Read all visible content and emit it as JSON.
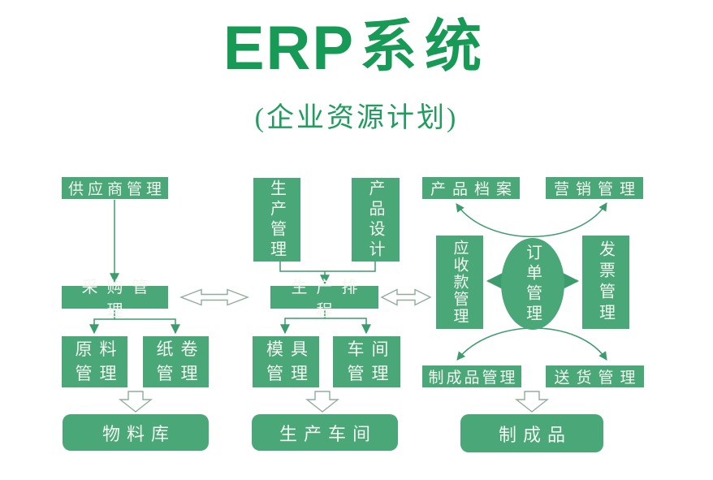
{
  "title": {
    "latin": "ERP",
    "cjk": "系统",
    "subtitle": "(企业资源计划)"
  },
  "colors": {
    "title_green": "#179a56",
    "box_green": "#4aa778",
    "box_text": "#f3f6f1",
    "arrow_green": "#3d9c6e",
    "hollow_arrow_outline": "#8fae9b",
    "background": "#ffffff"
  },
  "nodes": {
    "supplier_mgmt": {
      "label": "供应商管理"
    },
    "purchasing_mgmt": {
      "label": "采购管理"
    },
    "raw_material_mgmt": {
      "label": "原料管理"
    },
    "paper_roll_mgmt": {
      "label": "纸卷管理"
    },
    "material_warehouse": {
      "label": "物料库"
    },
    "production_mgmt": {
      "label": "生产管理"
    },
    "product_design": {
      "label": "产品设计"
    },
    "production_scheduling": {
      "label": "生产排程"
    },
    "mold_mgmt": {
      "label": "模具管理"
    },
    "workshop_mgmt": {
      "label": "车间管理"
    },
    "production_workshop": {
      "label": "生产车间"
    },
    "product_archive": {
      "label": "产品档案"
    },
    "marketing_mgmt": {
      "label": "营销管理"
    },
    "receivables_mgmt": {
      "label": "应收款管理"
    },
    "order_mgmt": {
      "label": "订单管理"
    },
    "invoice_mgmt": {
      "label": "发票管理"
    },
    "finished_product_mgmt": {
      "label": "制成品管理"
    },
    "delivery_mgmt": {
      "label": "送货管理"
    },
    "finished_product": {
      "label": "制成品"
    }
  },
  "edges": [
    {
      "from": "supplier_mgmt",
      "to": "purchasing_mgmt",
      "style": "arrow"
    },
    {
      "from": "purchasing_mgmt",
      "to": "raw_material_mgmt",
      "style": "arrow"
    },
    {
      "from": "purchasing_mgmt",
      "to": "paper_roll_mgmt",
      "style": "arrow"
    },
    {
      "from": "raw_material_mgmt & paper_roll_mgmt",
      "to": "material_warehouse",
      "style": "hollow-block-arrow"
    },
    {
      "from": "purchasing_mgmt",
      "to": "production_scheduling",
      "style": "hollow-double-arrow"
    },
    {
      "from": "production_mgmt",
      "to": "production_scheduling",
      "style": "arrow"
    },
    {
      "from": "product_design",
      "to": "production_scheduling",
      "style": "arrow"
    },
    {
      "from": "production_scheduling",
      "to": "mold_mgmt",
      "style": "arrow"
    },
    {
      "from": "production_scheduling",
      "to": "workshop_mgmt",
      "style": "arrow"
    },
    {
      "from": "mold_mgmt & workshop_mgmt",
      "to": "production_workshop",
      "style": "hollow-block-arrow"
    },
    {
      "from": "production_scheduling",
      "to": "receivables_mgmt",
      "style": "hollow-double-arrow"
    },
    {
      "from": "order_mgmt",
      "to": "product_archive",
      "style": "curved-arrow"
    },
    {
      "from": "order_mgmt",
      "to": "marketing_mgmt",
      "style": "curved-arrow"
    },
    {
      "from": "order_mgmt",
      "to": "receivables_mgmt",
      "style": "arrow"
    },
    {
      "from": "order_mgmt",
      "to": "invoice_mgmt",
      "style": "arrow"
    },
    {
      "from": "order_mgmt",
      "to": "finished_product_mgmt",
      "style": "curved-arrow"
    },
    {
      "from": "order_mgmt",
      "to": "delivery_mgmt",
      "style": "curved-arrow"
    },
    {
      "from": "finished_product_mgmt",
      "to": "finished_product",
      "style": "hollow-block-arrow"
    }
  ]
}
